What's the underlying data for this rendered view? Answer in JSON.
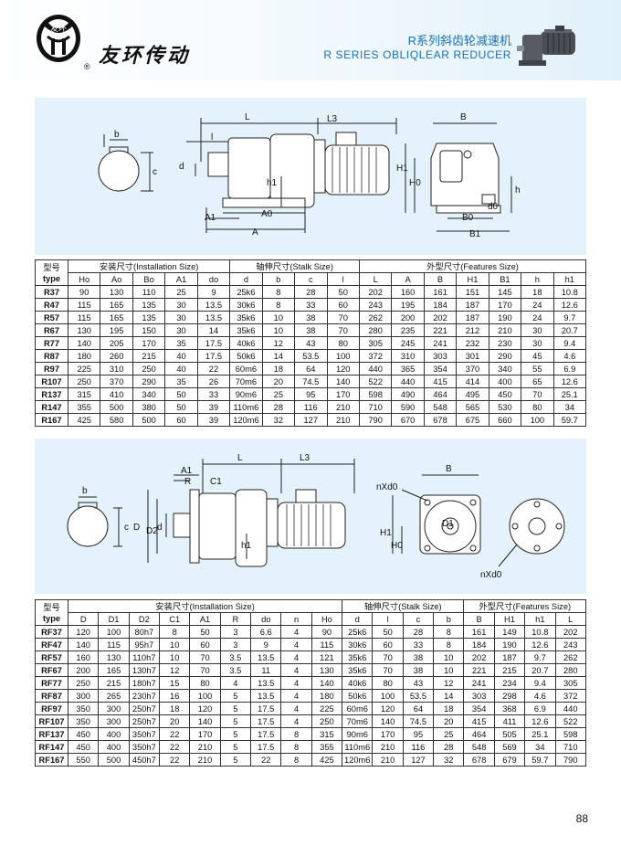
{
  "header": {
    "logo_text": "友环",
    "brand": "友环传动",
    "registered": "®",
    "title_cn": "R系列斜齿轮减速机",
    "title_en": "R SERIES OBLIQLEAR REDUCER"
  },
  "diagram1": {
    "labels": {
      "L": "L",
      "L3": "L3",
      "l": "l",
      "d": "d",
      "h1": "h1",
      "A1": "A1",
      "A0": "A0",
      "A": "A",
      "B": "B",
      "H1": "H1",
      "H0": "H0",
      "h": "h",
      "d0": "d0",
      "B0": "B0",
      "B1": "B1",
      "b": "b",
      "c": "c"
    }
  },
  "table1": {
    "group_headers": [
      {
        "label": "型号\ntype",
        "type_cn": "型号",
        "type_en": "type"
      },
      {
        "label": "安装尺寸(Installation Size)",
        "span": 5
      },
      {
        "label": "轴伸尺寸(Stalk Size)",
        "span": 4
      },
      {
        "label": "外型尺寸(Features Size)",
        "span": 7
      }
    ],
    "columns": [
      "Ho",
      "Ao",
      "Bo",
      "A1",
      "do",
      "d",
      "b",
      "c",
      "l",
      "L",
      "A",
      "B",
      "H1",
      "B1",
      "h",
      "h1"
    ],
    "rows": [
      [
        "R37",
        "90",
        "130",
        "110",
        "25",
        "9",
        "25k6",
        "8",
        "28",
        "50",
        "202",
        "160",
        "161",
        "151",
        "145",
        "18",
        "10.8"
      ],
      [
        "R47",
        "115",
        "165",
        "135",
        "30",
        "13.5",
        "30k6",
        "8",
        "33",
        "60",
        "243",
        "195",
        "184",
        "187",
        "170",
        "24",
        "12.6"
      ],
      [
        "R57",
        "115",
        "165",
        "135",
        "30",
        "13.5",
        "35k6",
        "10",
        "38",
        "70",
        "262",
        "200",
        "202",
        "187",
        "190",
        "24",
        "9.7"
      ],
      [
        "R67",
        "130",
        "195",
        "150",
        "30",
        "14",
        "35k6",
        "10",
        "38",
        "70",
        "280",
        "235",
        "221",
        "212",
        "210",
        "30",
        "20.7"
      ],
      [
        "R77",
        "140",
        "205",
        "170",
        "35",
        "17.5",
        "40k6",
        "12",
        "43",
        "80",
        "305",
        "245",
        "241",
        "232",
        "230",
        "30",
        "9.4"
      ],
      [
        "R87",
        "180",
        "260",
        "215",
        "40",
        "17.5",
        "50k6",
        "14",
        "53.5",
        "100",
        "372",
        "310",
        "303",
        "301",
        "290",
        "45",
        "4.6"
      ],
      [
        "R97",
        "225",
        "310",
        "250",
        "40",
        "22",
        "60m6",
        "18",
        "64",
        "120",
        "440",
        "365",
        "354",
        "370",
        "340",
        "55",
        "6.9"
      ],
      [
        "R107",
        "250",
        "370",
        "290",
        "35",
        "26",
        "70m6",
        "20",
        "74.5",
        "140",
        "522",
        "440",
        "415",
        "414",
        "400",
        "65",
        "12.6"
      ],
      [
        "R137",
        "315",
        "410",
        "340",
        "50",
        "33",
        "90m6",
        "25",
        "95",
        "170",
        "598",
        "490",
        "464",
        "495",
        "450",
        "70",
        "25.1"
      ],
      [
        "R147",
        "355",
        "500",
        "380",
        "50",
        "39",
        "110m6",
        "28",
        "116",
        "210",
        "710",
        "590",
        "548",
        "565",
        "530",
        "80",
        "34"
      ],
      [
        "R167",
        "425",
        "580",
        "500",
        "60",
        "39",
        "120m6",
        "32",
        "127",
        "210",
        "790",
        "670",
        "678",
        "675",
        "660",
        "100",
        "59.7"
      ]
    ]
  },
  "diagram2": {
    "labels": {
      "L": "L",
      "L3": "L3",
      "A1": "A1",
      "R": "R",
      "C1": "C1",
      "D": "D",
      "D2": "D2",
      "d": "d",
      "h1": "h1",
      "B": "B",
      "nXd0": "nXd0",
      "D1": "D1",
      "H1": "H1",
      "H0": "H0",
      "b": "b",
      "c": "c"
    }
  },
  "table2": {
    "group_headers": [
      {
        "label": "型号\ntype",
        "type_cn": "型号",
        "type_en": "type"
      },
      {
        "label": "安装尺寸(Installation Size)",
        "span": 9
      },
      {
        "label": "轴伸尺寸(Stalk Size)",
        "span": 4
      },
      {
        "label": "外型尺寸(Features Size)",
        "span": 4
      }
    ],
    "columns": [
      "D",
      "D1",
      "D2",
      "C1",
      "A1",
      "R",
      "do",
      "n",
      "Ho",
      "d",
      "l",
      "c",
      "b",
      "B",
      "H1",
      "h1",
      "L"
    ],
    "rows": [
      [
        "RF37",
        "120",
        "100",
        "80h7",
        "8",
        "50",
        "3",
        "6.6",
        "4",
        "90",
        "25k6",
        "50",
        "28",
        "8",
        "161",
        "149",
        "10.8",
        "202"
      ],
      [
        "RF47",
        "140",
        "115",
        "95h7",
        "10",
        "60",
        "3",
        "9",
        "4",
        "115",
        "30k6",
        "60",
        "33",
        "8",
        "184",
        "190",
        "12.6",
        "243"
      ],
      [
        "RF57",
        "160",
        "130",
        "110h7",
        "10",
        "70",
        "3.5",
        "13.5",
        "4",
        "121",
        "35k6",
        "70",
        "38",
        "10",
        "202",
        "187",
        "9.7",
        "262"
      ],
      [
        "RF67",
        "200",
        "165",
        "130h7",
        "12",
        "70",
        "3.5",
        "11",
        "4",
        "130",
        "35k6",
        "70",
        "38",
        "10",
        "221",
        "215",
        "20.7",
        "280"
      ],
      [
        "RF77",
        "250",
        "215",
        "180h7",
        "15",
        "80",
        "4",
        "13.5",
        "4",
        "140",
        "40k6",
        "80",
        "43",
        "12",
        "241",
        "234",
        "9.4",
        "305"
      ],
      [
        "RF87",
        "300",
        "265",
        "230h7",
        "16",
        "100",
        "5",
        "13.5",
        "4",
        "180",
        "50k6",
        "100",
        "53.5",
        "14",
        "303",
        "298",
        "4.6",
        "372"
      ],
      [
        "RF97",
        "350",
        "300",
        "250h7",
        "18",
        "120",
        "5",
        "17.5",
        "4",
        "225",
        "60m6",
        "120",
        "64",
        "18",
        "354",
        "368",
        "6.9",
        "440"
      ],
      [
        "RF107",
        "350",
        "300",
        "250h7",
        "20",
        "140",
        "5",
        "17.5",
        "4",
        "250",
        "70m6",
        "140",
        "74.5",
        "20",
        "415",
        "411",
        "12.6",
        "522"
      ],
      [
        "RF137",
        "450",
        "400",
        "350h7",
        "22",
        "170",
        "5",
        "17.5",
        "8",
        "315",
        "90m6",
        "170",
        "95",
        "25",
        "464",
        "505",
        "25.1",
        "598"
      ],
      [
        "RF147",
        "450",
        "400",
        "350h7",
        "22",
        "210",
        "5",
        "17.5",
        "8",
        "355",
        "110m6",
        "210",
        "116",
        "28",
        "548",
        "569",
        "34",
        "710"
      ],
      [
        "RF167",
        "550",
        "500",
        "450h7",
        "22",
        "210",
        "5",
        "22",
        "8",
        "425",
        "120m6",
        "210",
        "127",
        "32",
        "678",
        "679",
        "59.7",
        "790"
      ]
    ]
  },
  "footer": {
    "page_number": "88"
  }
}
